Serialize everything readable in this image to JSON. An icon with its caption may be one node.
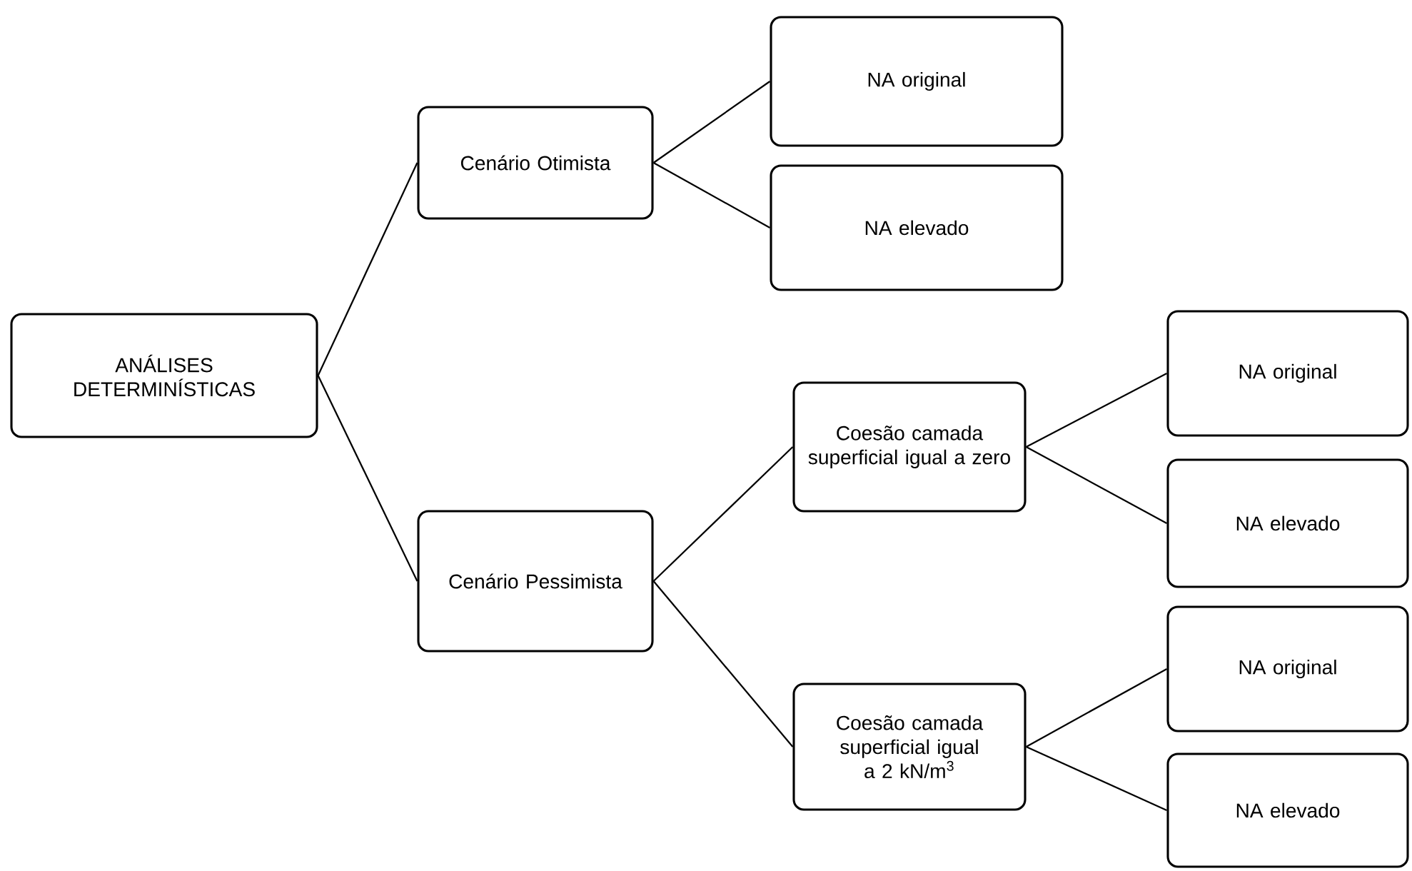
{
  "diagram": {
    "nodes": [
      {
        "text": [
          "ANÁLISES DETERMINÍSTICAS"
        ]
      },
      {
        "text": [
          "Cenário Otimista"
        ]
      },
      {
        "text": [
          "NA original"
        ]
      },
      {
        "text": [
          "NA elevado"
        ]
      },
      {
        "text": [
          "Cenário Pessimista"
        ]
      },
      {
        "text": [
          "Coesão camada superficial igual a zero"
        ]
      },
      {
        "text": [
          "NA original"
        ]
      },
      {
        "text": [
          "NA elevado"
        ]
      },
      {
        "text": [
          "Coesão camada superficial igual a 2 kN/m$^{3}$"
        ]
      },
      {
        "text": [
          "NA original"
        ]
      },
      {
        "text": [
          "NA elevado"
        ]
      }
    ],
    "edges": [
      {
        "from": 0,
        "to": 1,
        "arrow": "none"
      },
      {
        "from": 0,
        "to": 4,
        "arrow": "none"
      },
      {
        "from": 1,
        "to": 2,
        "arrow": "none"
      },
      {
        "from": 1,
        "to": 3,
        "arrow": "none"
      },
      {
        "from": 4,
        "to": 5,
        "arrow": "none"
      },
      {
        "from": 4,
        "to": 8,
        "arrow": "none"
      },
      {
        "from": 5,
        "to": 6,
        "arrow": "none"
      },
      {
        "from": 5,
        "to": 7,
        "arrow": "none"
      },
      {
        "from": 8,
        "to": 9,
        "arrow": "none"
      },
      {
        "from": 8,
        "to": 10,
        "arrow": "none"
      }
    ]
  }
}
